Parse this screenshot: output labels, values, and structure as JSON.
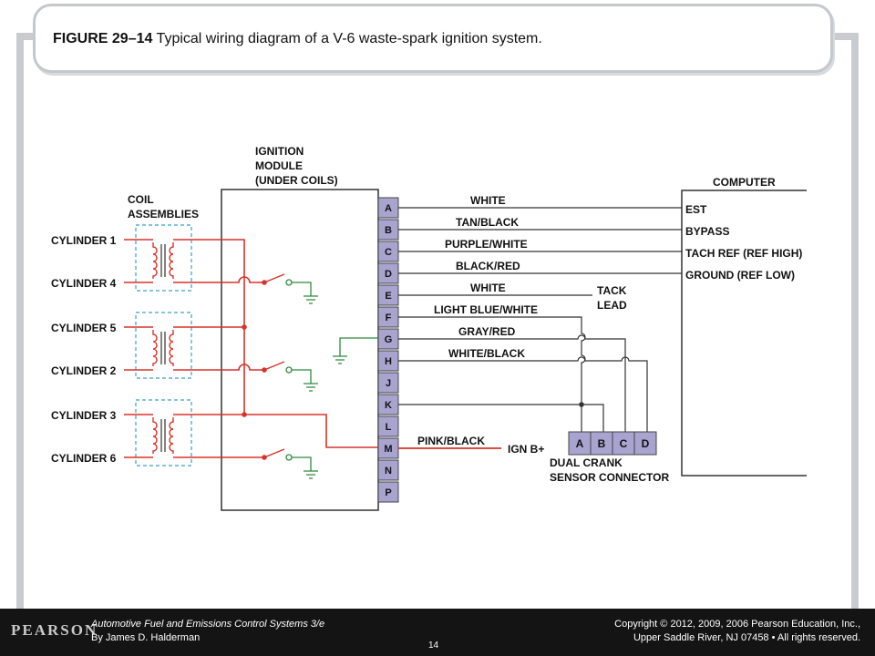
{
  "slide": {
    "title_bold": "FIGURE 29–14",
    "title_text": " Typical wiring diagram of a V-6 waste-spark ignition system."
  },
  "diagram": {
    "module_label_1": "IGNITION",
    "module_label_2": "MODULE",
    "module_label_3": "(UNDER COILS)",
    "coil_label_1": "COIL",
    "coil_label_2": "ASSEMBLIES",
    "cylinders": [
      "CYLINDER 1",
      "CYLINDER 4",
      "CYLINDER 5",
      "CYLINDER 2",
      "CYLINDER 3",
      "CYLINDER 6"
    ],
    "pins": [
      "A",
      "B",
      "C",
      "D",
      "E",
      "F",
      "G",
      "H",
      "J",
      "K",
      "L",
      "M",
      "N",
      "P"
    ],
    "wires": [
      "WHITE",
      "TAN/BLACK",
      "PURPLE/WHITE",
      "BLACK/RED",
      "WHITE",
      "LIGHT BLUE/WHITE",
      "GRAY/RED",
      "WHITE/BLACK",
      "PINK/BLACK"
    ],
    "computer_label": "COMPUTER",
    "computer_terminals": [
      "EST",
      "BYPASS",
      "TACH REF (REF HIGH)",
      "GROUND (REF LOW)"
    ],
    "tack_lead_1": "TACK",
    "tack_lead_2": "LEAD",
    "ign_label": "IGN B+",
    "sensor_pins": [
      "A",
      "B",
      "C",
      "D"
    ],
    "sensor_label_1": "DUAL CRANK",
    "sensor_label_2": "SENSOR CONNECTOR"
  },
  "footer": {
    "publisher": "PEARSON",
    "book_title": "Automotive Fuel and Emissions Control Systems 3/e",
    "author": "By James D. Halderman",
    "copyright": "Copyright © 2012, 2009, 2006 Pearson Education, Inc.,",
    "rights": "Upper Saddle River, NJ 07458 • All rights reserved.",
    "page_number": "14"
  },
  "colors": {
    "wire_red": "#d9322a",
    "ground_green": "#2e8b3c",
    "coil_box_blue": "#3aa0c8",
    "pin_fill": "#a9a3cf",
    "frame_gray": "#c8ccd0"
  }
}
